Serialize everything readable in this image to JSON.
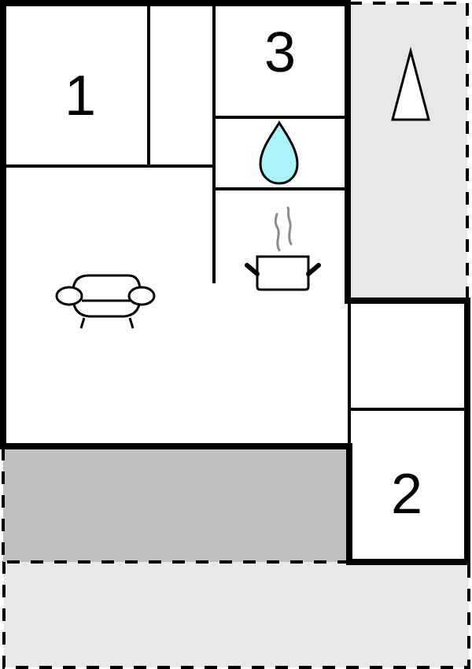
{
  "floorplan": {
    "rooms": [
      {
        "id": "room-1",
        "label": "1",
        "type": "bedroom"
      },
      {
        "id": "room-2",
        "label": "2",
        "type": "bedroom"
      },
      {
        "id": "room-3",
        "label": "3",
        "type": "bedroom"
      }
    ],
    "icons": {
      "bathroom": "water-drop-icon",
      "kitchen": "cooking-pot-icon",
      "living": "sofa-icon",
      "north": "north-arrow-icon"
    },
    "colors": {
      "wall": "#000000",
      "room_fill": "#ffffff",
      "terrace_fill": "#c0c0c0",
      "garden_fill": "#e8e8e8",
      "water": "#a8f4f8",
      "steam": "#8a8a8a"
    }
  }
}
